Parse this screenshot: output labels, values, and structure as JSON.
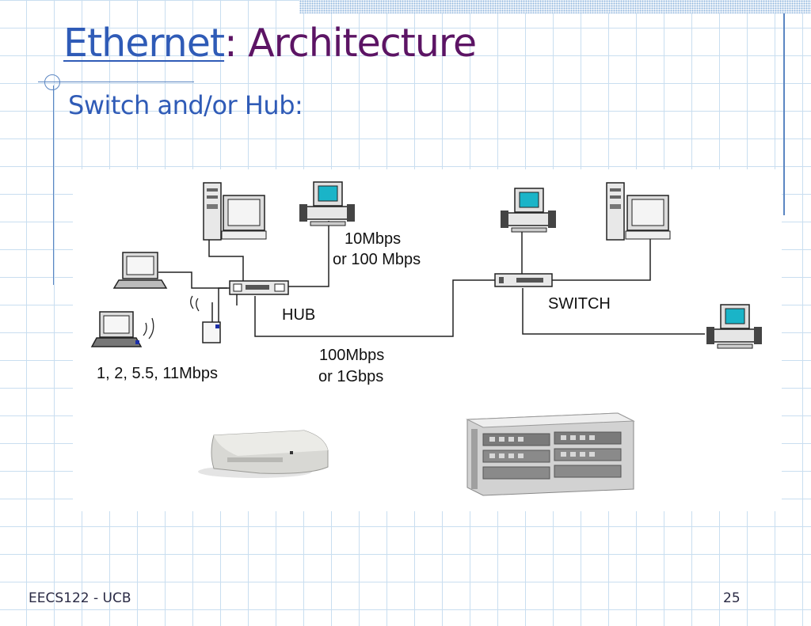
{
  "slide": {
    "title_link": "Ethernet",
    "title_rest": ": Architecture",
    "subtitle": "Switch and/or Hub:"
  },
  "diagram": {
    "labels": {
      "hub_speed": [
        "10Mbps",
        "or 100 Mbps"
      ],
      "hub": "HUB",
      "switch": "SWITCH",
      "backbone_speed": [
        "100Mbps",
        "or 1Gbps"
      ],
      "wireless_speed": "1, 2, 5.5, 11Mbps"
    },
    "devices": [
      "tower-pc",
      "desktop-pc",
      "laptop",
      "wireless-laptop",
      "wireless-access-point",
      "hub",
      "switch",
      "desktop-pc",
      "tower-pc",
      "desktop-pc"
    ],
    "colors": {
      "screen": "#1ab4c8",
      "line": "#222222"
    }
  },
  "footer": {
    "left": "EECS122 - UCB",
    "page_number": "25"
  }
}
